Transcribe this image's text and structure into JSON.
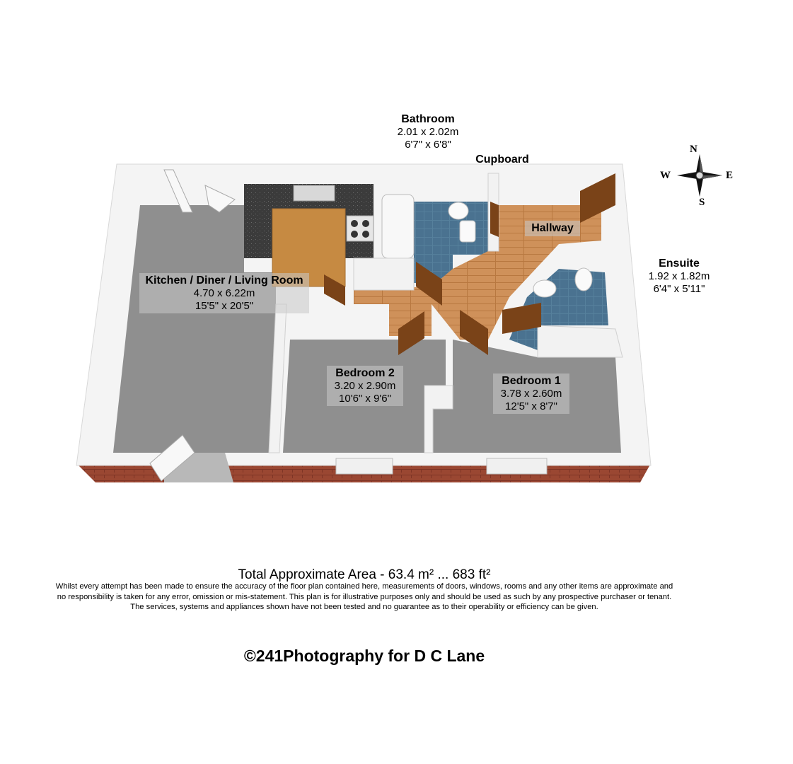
{
  "rooms": {
    "bathroom": {
      "title": "Bathroom",
      "metric": "2.01 x 2.02m",
      "imperial": "6'7\" x 6'8\""
    },
    "cupboard": {
      "title": "Cupboard"
    },
    "hallway": {
      "title": "Hallway"
    },
    "ensuite": {
      "title": "Ensuite",
      "metric": "1.92 x 1.82m",
      "imperial": "6'4\" x 5'11\""
    },
    "kitchen": {
      "title": "Kitchen / Diner / Living Room",
      "metric": "4.70 x 6.22m",
      "imperial": "15'5\" x 20'5\""
    },
    "bedroom2": {
      "title": "Bedroom 2",
      "metric": "3.20 x 2.90m",
      "imperial": "10'6\" x 9'6\""
    },
    "bedroom1": {
      "title": "Bedroom 1",
      "metric": "3.78 x 2.60m",
      "imperial": "12'5\" x 8'7\""
    }
  },
  "compass": {
    "n": "N",
    "s": "S",
    "e": "E",
    "w": "W"
  },
  "total_area": "Total Approximate Area - 63.4 m² ... 683 ft²",
  "disclaimer": [
    "Whilst every attempt has been made to ensure the accuracy of the floor plan contained here, measurements of doors, windows, rooms and any other items are approximate and",
    "no responsibility is taken for any error, omission or mis-statement.  This plan is for illustrative purposes only and should be used as such by any prospective purchaser or tenant.",
    "The services, systems and appliances shown have not been tested and no guarantee as to their operability or efficiency can be given."
  ],
  "credit": "©241Photography for D C Lane",
  "colors": {
    "floor_grey": "#8f8f8f",
    "wood": "#c8894a",
    "tile": "#4f7894",
    "brick": "#9b4a36",
    "worktop": "#3a3a3a",
    "cabinet": "#c68a42",
    "wall": "#f2f2f2",
    "door": "#7a4318"
  }
}
